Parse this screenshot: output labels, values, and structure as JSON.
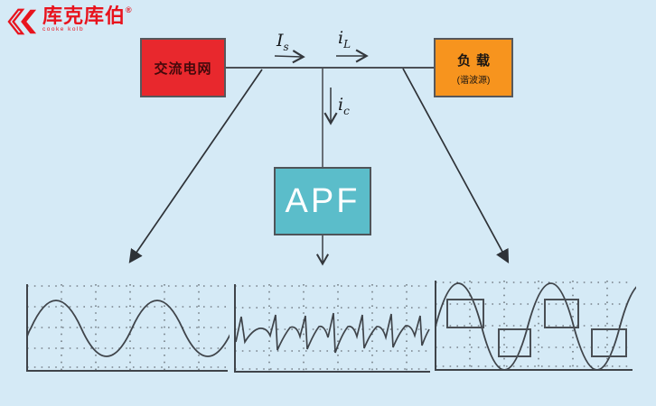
{
  "page": {
    "background": "#d5eaf6"
  },
  "logo": {
    "brand": "库克库伯",
    "registered_mark": "®",
    "tagline": "cooke kolb",
    "color": "#e8131d"
  },
  "blocks": {
    "ac_grid": {
      "label": "交流电网",
      "fill": "#e8282d",
      "border": "#56585c"
    },
    "load": {
      "label": "负载",
      "sublabel": "(谐波源)",
      "fill": "#f7941e",
      "border": "#56585c"
    },
    "apf": {
      "label": "APF",
      "fill": "#5bbdca",
      "text_color": "#ffffff",
      "border": "#4f5459"
    }
  },
  "currents": {
    "source": {
      "base": "I",
      "sub": "s"
    },
    "load": {
      "base": "i",
      "sub": "L"
    },
    "compensation": {
      "base": "i",
      "sub": "c"
    }
  },
  "waveforms": [
    {
      "id": "grid-current",
      "shape": "sine",
      "description": "clean sinusoidal grid current on dotted oscilloscope grid"
    },
    {
      "id": "apf-compensation",
      "shape": "spiky-harmonic",
      "description": "jagged harmonic compensation current injected by APF"
    },
    {
      "id": "load-current",
      "shape": "sine-plus-square",
      "description": "sine wave with superimposed square-wave harmonic load current"
    }
  ],
  "colors": {
    "line": "#42474d",
    "waveform": "#3f444a",
    "grid_dots": "#4a4f55"
  }
}
